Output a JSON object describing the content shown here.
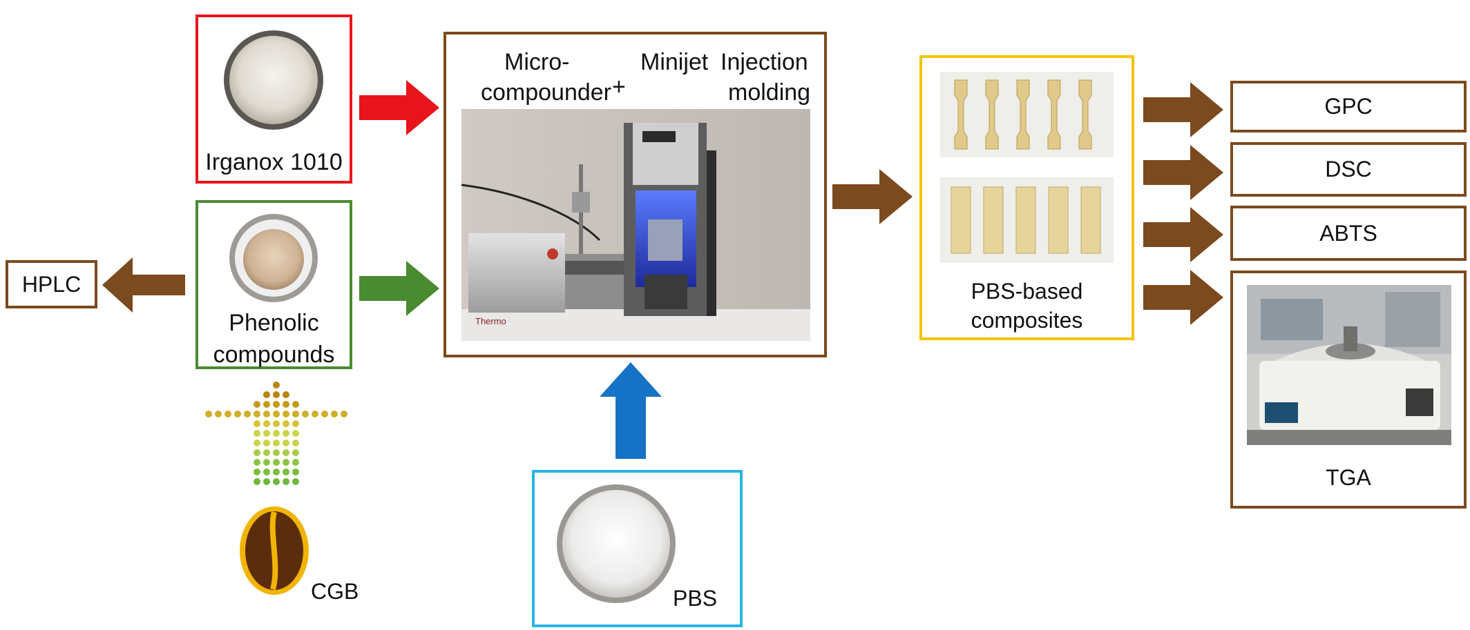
{
  "inputs": {
    "irganox": "Irganox 1010",
    "phenolic_line1": "Phenolic",
    "phenolic_line2": "compounds",
    "cgb": "CGB",
    "pbs": "PBS"
  },
  "analysis_left": "HPLC",
  "processing": {
    "micro_line1": "Micro-",
    "micro_line2": "compounder",
    "plus": "+",
    "minijet": "Minijet",
    "injection_line1": "Injection",
    "injection_line2": "molding",
    "machine_brand": "Thermo"
  },
  "composites": {
    "line1": "PBS-based",
    "line2": "composites"
  },
  "analyses": [
    "GPC",
    "DSC",
    "ABTS",
    "TGA"
  ],
  "colors": {
    "red": "#e8141b",
    "green": "#4a8a30",
    "blue": "#1672c4",
    "brown": "#7b4a1e",
    "gold": "#f5c400",
    "lightblue": "#28b4e6"
  }
}
